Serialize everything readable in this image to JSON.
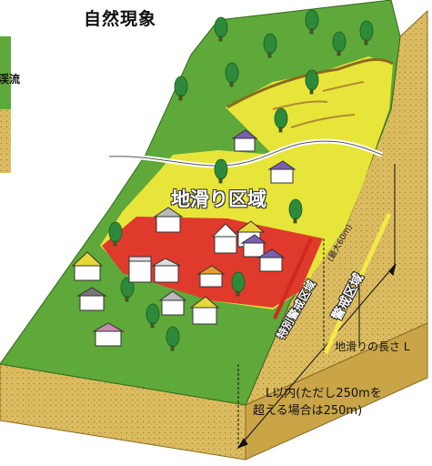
{
  "title": "自然現象",
  "left_edge_text": "渓流",
  "zone_label": "地滑り区域",
  "special_zone_label": "特別警戒区域",
  "special_zone_max": "(最大60m)",
  "warning_zone_label": "警戒区域",
  "length_label": "地滑りの長さ L",
  "limit_line_1": "L以内(ただし250mを",
  "limit_line_2": "超える場合は250m)",
  "colors": {
    "grass": "#5fa83a",
    "yellow_zone": "#f0ea3c",
    "red_zone": "#e03a2c",
    "soil": "#d9b85a",
    "soil_dark": "#b8923a"
  }
}
